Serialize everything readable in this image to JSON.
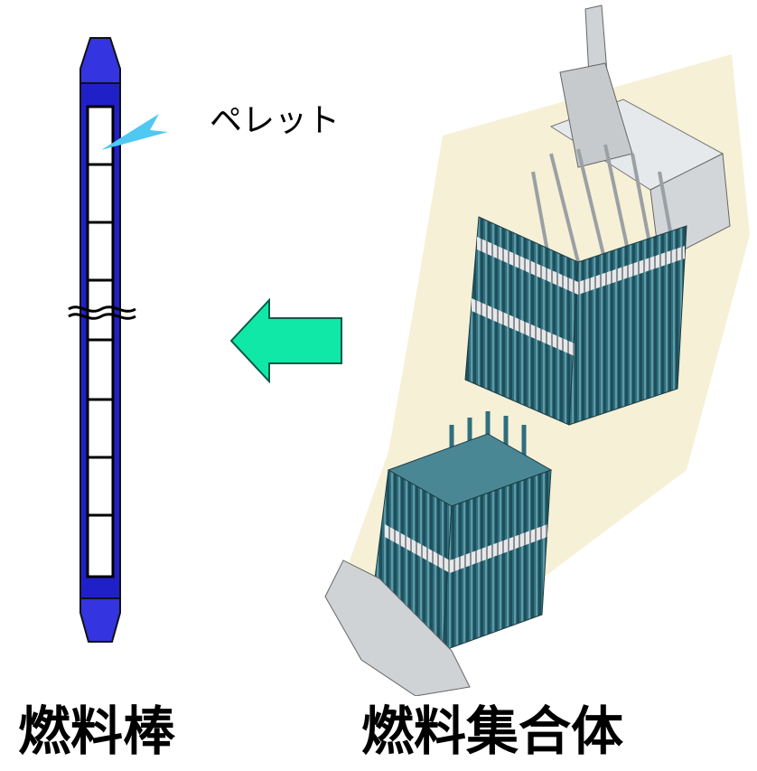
{
  "labels": {
    "pellet": "ペレット",
    "fuel_rod": "燃料棒",
    "fuel_assembly": "燃料集合体"
  },
  "colors": {
    "rod_blue": "#2020c8",
    "rod_end_blue": "#3434e0",
    "pellet_arrow": "#4fc8f2",
    "transfer_arrow": "#10e8a8",
    "assembly_rod_teal": "#2f6f7e",
    "assembly_grid_white": "#e6e8ea",
    "background_cream": "#f6f0d6"
  },
  "icons": {
    "pellet_pointer": "pellet-arrow-icon",
    "transfer_pointer": "left-arrow-icon",
    "rod_break": "break-mark-icon"
  }
}
